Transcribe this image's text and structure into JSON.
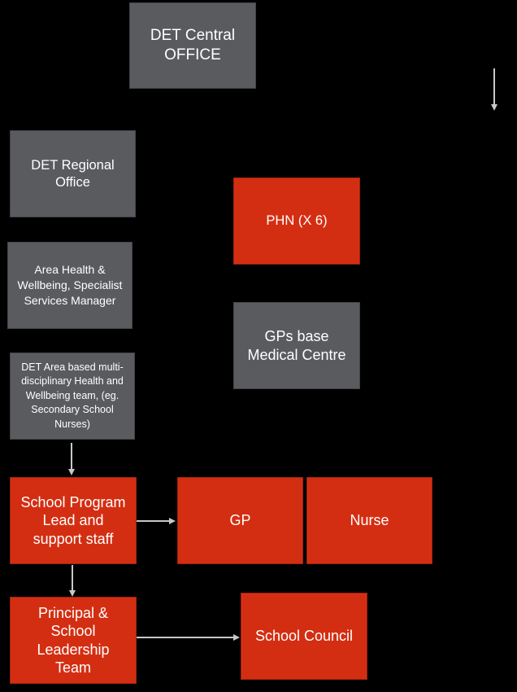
{
  "colors": {
    "background": "#000000",
    "gray_box": "#595b5f",
    "red_box": "#d42e12",
    "connector": "#c8c8c8",
    "text": "#ffffff"
  },
  "boxes": {
    "det_central_office": "DET Central\nOFFICE",
    "det_regional_office": "DET Regional\nOffice",
    "area_health_manager": "Area Health &\nWellbeing, Specialist\nServices Manager",
    "det_area_team": "DET Area based multi-\ndisciplinary Health and\nWellbeing team, (eg.\nSecondary School\nNurses)",
    "phn": "PHN (X 6)",
    "gps_medical_centre": "GPs base\nMedical Centre",
    "school_program_lead": "School Program\nLead and\nsupport staff",
    "gp": "GP",
    "nurse": "Nurse",
    "principal_team": "Principal &\nSchool\nLeadership\nTeam",
    "school_council": "School Council"
  }
}
